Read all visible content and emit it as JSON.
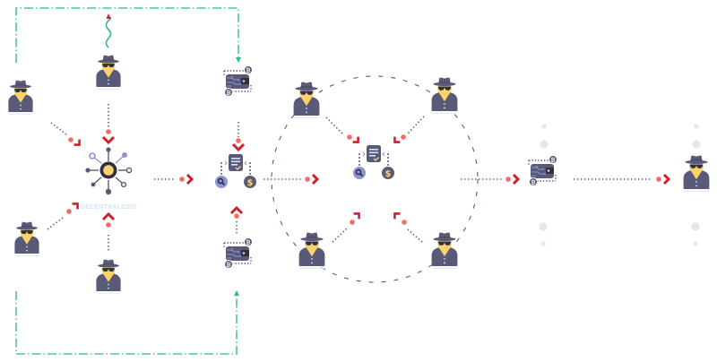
{
  "diagram": {
    "type": "flow-diagram",
    "theme": "anonymous crypto transaction mixing",
    "colors": {
      "agent_body": "#585a78",
      "agent_face": "#fcd36a",
      "agent_shadow": "#dde8f7",
      "connector_dots": "#585a78",
      "arrow_red": "#d0202a",
      "arrow_dot": "#f26a6a",
      "loop_line": "#4ec3a5",
      "circle_dash": "#585a78",
      "wavy_line": "#2fb892",
      "hub_center": "#fcd36a",
      "hub_spoke_light": "#8c96d4",
      "label_color": "#d4e4f7",
      "faded_dot": "#e4e6ea",
      "coin_color": "#585a78",
      "search_badge": "#8c96d4",
      "dollar_badge": "#585a78"
    },
    "nodes": {
      "left_agents": [
        {
          "id": "agent-top-left",
          "icon": "spy-icon"
        },
        {
          "id": "agent-top-center",
          "icon": "spy-icon"
        },
        {
          "id": "agent-bottom-left",
          "icon": "spy-icon"
        },
        {
          "id": "agent-bottom-center",
          "icon": "spy-icon"
        }
      ],
      "hub": {
        "icon": "decentralized-hub-icon",
        "label": "DECENTRALIZED"
      },
      "wallets": [
        {
          "id": "wallet-top",
          "icon": "wallet-icon"
        },
        {
          "id": "wallet-bottom",
          "icon": "wallet-icon"
        },
        {
          "id": "wallet-output",
          "icon": "wallet-icon"
        }
      ],
      "processors": [
        {
          "id": "processor-left",
          "icon": "document-check-icon",
          "badges": [
            "search-icon",
            "dollar-icon"
          ]
        },
        {
          "id": "processor-center",
          "icon": "document-check-icon",
          "badges": [
            "search-icon",
            "dollar-icon"
          ]
        }
      ],
      "mixer_agents": [
        {
          "id": "mixer-agent-top-left",
          "icon": "spy-icon"
        },
        {
          "id": "mixer-agent-top-right",
          "icon": "spy-icon"
        },
        {
          "id": "mixer-agent-bottom-left",
          "icon": "spy-icon"
        },
        {
          "id": "mixer-agent-bottom-right",
          "icon": "spy-icon"
        }
      ],
      "final_agent": {
        "id": "agent-final",
        "icon": "spy-icon"
      }
    },
    "coin_glyph": "₿"
  }
}
